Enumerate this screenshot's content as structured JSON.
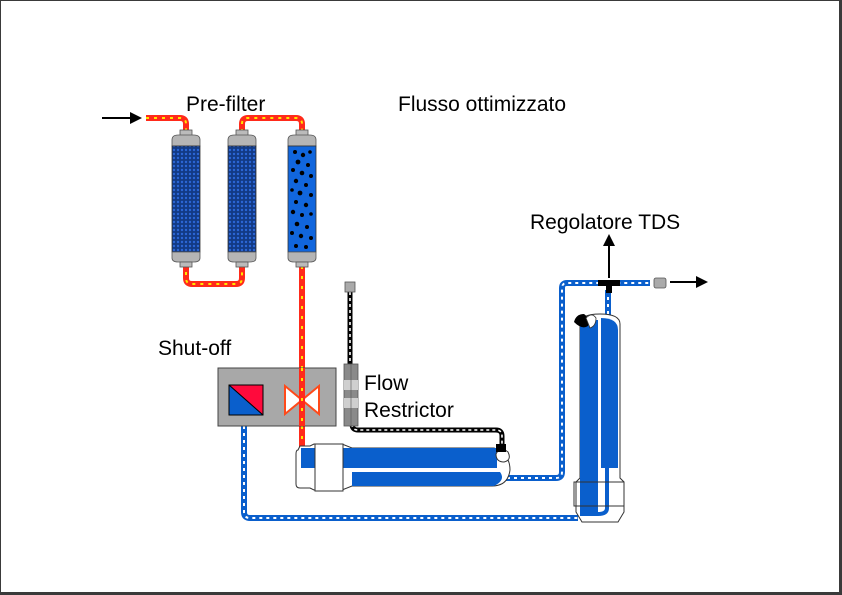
{
  "labels": {
    "prefilter": "Pre-filter",
    "title": "Flusso ottimizzato",
    "shutoff": "Shut-off",
    "flow_line1": "Flow",
    "flow_line2": "Restrictor",
    "tds": "Regolatore TDS"
  },
  "colors": {
    "feed_pipe": "#ff2a1a",
    "feed_dots": "#ffe800",
    "blue": "#0a5fcc",
    "dark_filter": "#1a3a8a",
    "housing_gray": "#a8a8a8",
    "waste_pipe": "#000000"
  },
  "components": [
    {
      "id": "sediment-filter",
      "type": "mesh-cartridge"
    },
    {
      "id": "carbon-block-filter",
      "type": "mesh-cartridge"
    },
    {
      "id": "granular-carbon-filter",
      "type": "granular-cartridge"
    },
    {
      "id": "shut-off-valve",
      "type": "valve"
    },
    {
      "id": "flow-restrictor",
      "type": "restrictor"
    },
    {
      "id": "ro-membrane",
      "type": "membrane-horizontal"
    },
    {
      "id": "post-membrane",
      "type": "membrane-vertical"
    },
    {
      "id": "tds-tee",
      "type": "tee"
    }
  ]
}
